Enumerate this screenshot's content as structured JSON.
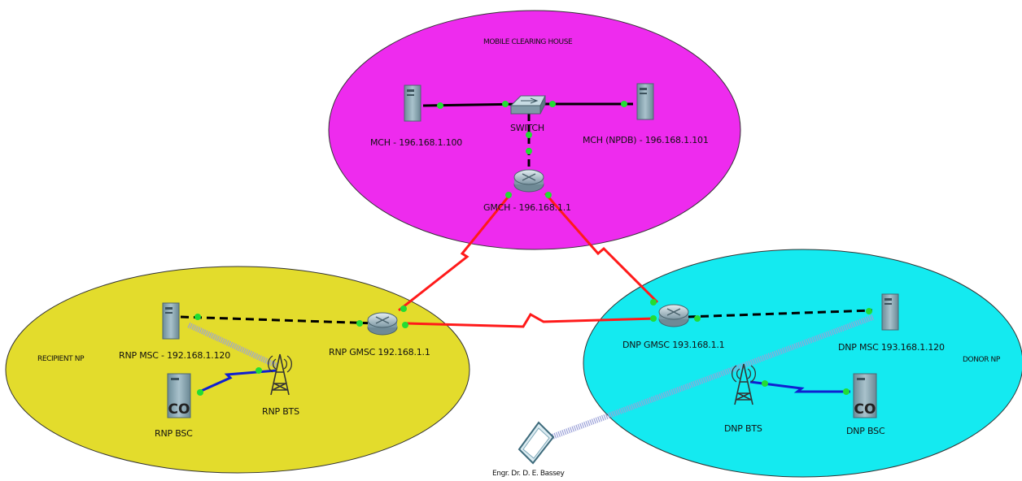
{
  "zones": {
    "mch": {
      "title": "MOBILE CLEARING HOUSE",
      "color": "#ee2bee"
    },
    "recipient": {
      "title": "RECIPIENT NP",
      "color": "#e3dc2c"
    },
    "donor": {
      "title": "DONOR NP",
      "color": "#14eaf0"
    }
  },
  "devices": {
    "mch_server": {
      "label": "MCH - 196.168.1.100",
      "icon": "server-icon"
    },
    "npdb_server": {
      "label": "MCH (NPDB) - 196.168.1.101",
      "icon": "server-icon"
    },
    "switch": {
      "label": "SWITCH",
      "icon": "switch-icon"
    },
    "gmch": {
      "label": "GMCH - 196.168.1.1",
      "icon": "router-icon"
    },
    "rnp_msc": {
      "label": "RNP MSC - 192.168.1.120",
      "icon": "server-icon"
    },
    "rnp_gmsc": {
      "label": "RNP GMSC 192.168.1.1",
      "icon": "router-icon"
    },
    "rnp_bts": {
      "label": "RNP BTS",
      "icon": "cell-tower-icon"
    },
    "rnp_bsc": {
      "label": "RNP BSC",
      "icon": "central-office-icon",
      "badge": "CO"
    },
    "dnp_gmsc": {
      "label": "DNP GMSC 193.168.1.1",
      "icon": "router-icon"
    },
    "dnp_msc": {
      "label": "DNP MSC 193.168.1.120",
      "icon": "server-icon"
    },
    "dnp_bts": {
      "label": "DNP BTS",
      "icon": "cell-tower-icon"
    },
    "dnp_bsc": {
      "label": "DNP BSC",
      "icon": "central-office-icon",
      "badge": "CO"
    },
    "tablet": {
      "label": "Engr. Dr. D. E. Bassey",
      "icon": "tablet-icon"
    }
  },
  "link_colors": {
    "ethernet": "#000000",
    "serial": "#ff1a1a",
    "coax": "#1020d0",
    "wireless": "#9aa0d8",
    "port": "#22dd33"
  }
}
